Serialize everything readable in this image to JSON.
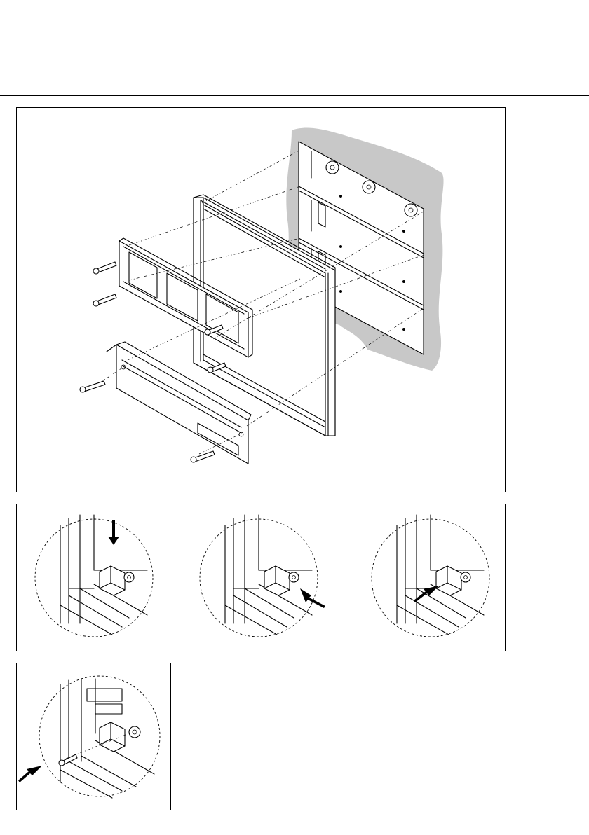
{
  "page": {
    "background": "#ffffff",
    "line_color": "#000000",
    "wall_color": "#c8c8c8"
  },
  "figure_main": {
    "caption": "",
    "parts": [
      "wall-box",
      "mounting-frame",
      "module-carrier",
      "cover-plate",
      "screws"
    ]
  },
  "figure_steps": {
    "caption": "",
    "steps": [
      {
        "arrow_direction": "down"
      },
      {
        "arrow_direction": "up-left"
      },
      {
        "arrow_direction": "up-right"
      }
    ]
  },
  "figure_final": {
    "caption": "",
    "arrow_direction": "up-right"
  }
}
